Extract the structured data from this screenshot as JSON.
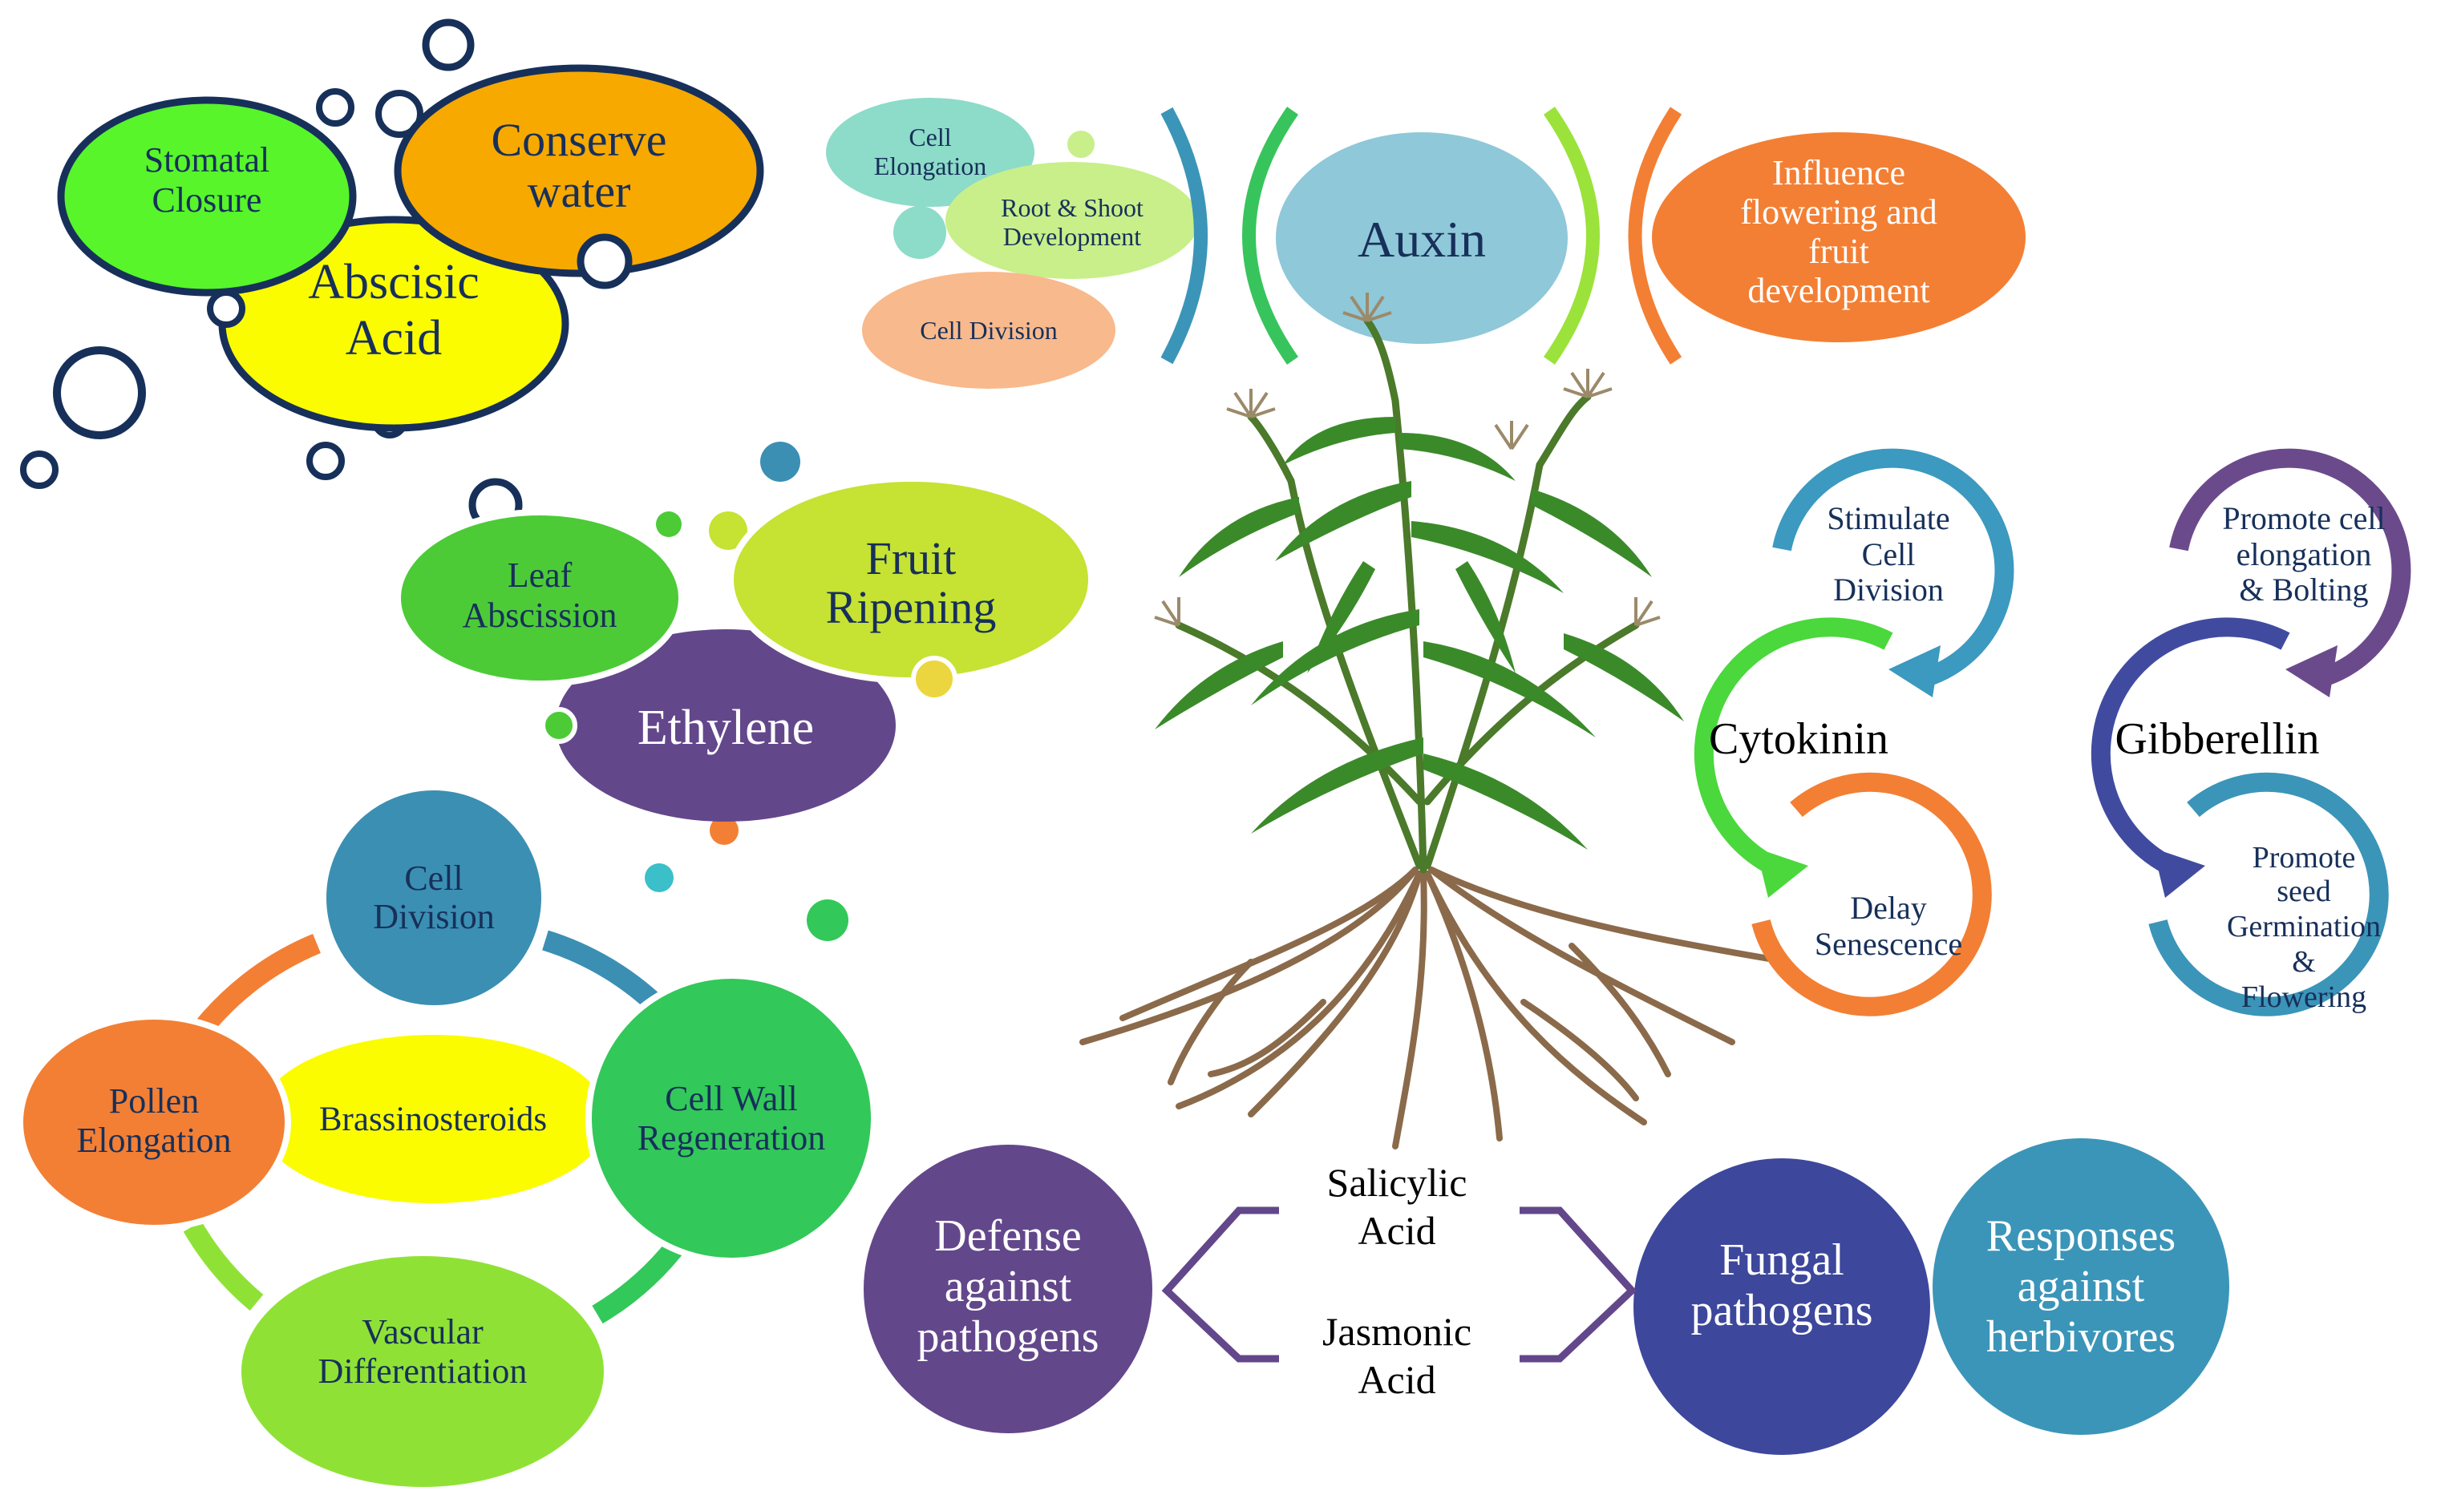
{
  "colors": {
    "navy": "#17305a",
    "green_bright": "#57f52a",
    "yellow": "#fcfc00",
    "orange": "#f7a900",
    "teal_light": "#8ddbc9",
    "lime_light": "#c8ef8a",
    "peach": "#f8b98c",
    "auxin_blue": "#8fc8d8",
    "bracket_teal": "#3b95b8",
    "bracket_green": "#38c45c",
    "bracket_lime": "#9be23b",
    "bracket_orange": "#f37f34",
    "auxin_orange": "#f37f34",
    "ethylene_purple": "#63478b",
    "ethylene_green": "#4ccb37",
    "ethylene_lime": "#c6e232",
    "ethylene_yellow": "#ecd63f",
    "brass_teal": "#3b8fb3",
    "brass_green": "#33c85a",
    "brass_lime": "#8fe235",
    "brass_orange": "#f37f34",
    "brass_yellow": "#fcfc00",
    "cyto_teal": "#3c99bf",
    "cyto_green": "#4ad83c",
    "cyto_orange": "#f37f34",
    "gib_purple": "#6b4a8c",
    "gib_indigo": "#404ba0",
    "gib_teal": "#3b95b8",
    "sa_purple": "#63478b",
    "sa_indigo": "#3d479c",
    "sa_teal": "#3b95b8",
    "plant_leaf": "#3b8a2a",
    "plant_root": "#8a6a4a"
  },
  "icons": [
    "plant-illustration-icon"
  ],
  "abscisic": {
    "main": [
      "Abscisic",
      "Acid"
    ],
    "stomatal": [
      "Stomatal",
      "Closure"
    ],
    "conserve": [
      "Conserve",
      "water"
    ]
  },
  "auxin": {
    "main": "Auxin",
    "cell_elongation": [
      "Cell",
      "Elongation"
    ],
    "root_shoot": [
      "Root & Shoot",
      "Development"
    ],
    "cell_division": "Cell Division",
    "influence": [
      "Influence",
      "flowering and",
      "fruit",
      "development"
    ]
  },
  "ethylene": {
    "main": "Ethylene",
    "leaf": [
      "Leaf",
      "Abscission"
    ],
    "fruit": [
      "Fruit",
      "Ripening"
    ]
  },
  "brassinosteroids": {
    "center": "Brassinosteroids",
    "cell_division": [
      "Cell",
      "Division"
    ],
    "cell_wall": [
      "Cell Wall",
      "Regeneration"
    ],
    "vascular": [
      "Vascular",
      "Differentiation"
    ],
    "pollen": [
      "Pollen",
      "Elongation"
    ]
  },
  "cytokinin": {
    "main": "Cytokinin",
    "stimulate": [
      "Stimulate",
      "Cell",
      "Division"
    ],
    "delay": [
      "Delay",
      "Senescence"
    ]
  },
  "gibberellin": {
    "main": "Gibberellin",
    "promote_cell": [
      "Promote cell",
      "elongation",
      "& Bolting"
    ],
    "promote_seed": [
      "Promote",
      "seed",
      "Germination",
      "&",
      "Flowering"
    ]
  },
  "sa_ja": {
    "salicylic": [
      "Salicylic",
      "Acid"
    ],
    "jasmonic": [
      "Jasmonic",
      "Acid"
    ],
    "defense": [
      "Defense",
      "against",
      "pathogens"
    ],
    "fungal": [
      "Fungal",
      "pathogens"
    ],
    "responses": [
      "Responses",
      "against",
      "herbivores"
    ]
  }
}
